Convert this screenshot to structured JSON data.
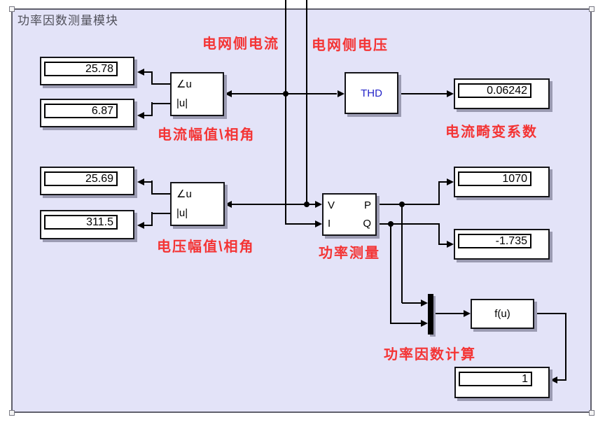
{
  "area": {
    "title": "功率因数测量模块"
  },
  "annotations": {
    "grid_current": "电网侧电流",
    "grid_voltage": "电网侧电压",
    "current_mag_phase": "电流幅值\\相角",
    "current_distortion": "电流畸变系数",
    "voltage_mag_phase": "电压幅值\\相角",
    "power_measurement": "功率测量",
    "power_factor_calc": "功率因数计算"
  },
  "blocks": {
    "current_complex": {
      "angle_port": "∠u",
      "mag_port": "|u|"
    },
    "voltage_complex": {
      "angle_port": "∠u",
      "mag_port": "|u|"
    },
    "thd": {
      "label": "THD"
    },
    "power": {
      "v_port": "V",
      "i_port": "I",
      "p_port": "P",
      "q_port": "Q"
    },
    "fcn": {
      "label": "f(u)"
    }
  },
  "displays": {
    "current_angle": {
      "value": "25.78"
    },
    "current_mag": {
      "value": "6.87"
    },
    "thd_value": {
      "value": "0.06242"
    },
    "voltage_angle": {
      "value": "25.69"
    },
    "voltage_mag": {
      "value": "311.5"
    },
    "active_power": {
      "value": "1070"
    },
    "reactive_power": {
      "value": "-1.735"
    },
    "power_factor": {
      "value": "1"
    }
  },
  "colors": {
    "area_bg": "#e3e3f8",
    "annotation_red": "#f43434",
    "thd_blue": "#2424c8",
    "block_shadow": "#9b9bb2"
  }
}
